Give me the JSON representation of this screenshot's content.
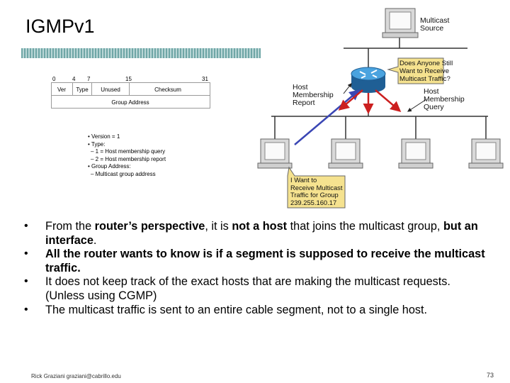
{
  "title": "IGMPv1",
  "header": {
    "bit_marks": [
      "0",
      "4",
      "7",
      "15",
      "31"
    ],
    "fields_row1": [
      "Ver",
      "Type",
      "Unused",
      "Checksum"
    ],
    "field_row2": "Group Address"
  },
  "notes": [
    "• Version = 1",
    "• Type:",
    "– 1 = Host membership query",
    "– 2 = Host membership report",
    "• Group Address:",
    "– Multicast group address"
  ],
  "diagram": {
    "source_label": [
      "Multicast",
      "Source"
    ],
    "callout_top": [
      "Does Anyone Still",
      "Want to Receive",
      "Multicast Traffic?"
    ],
    "report_label": [
      "Host",
      "Membership",
      "Report"
    ],
    "query_label": [
      "Host",
      "Membership",
      "Query"
    ],
    "callout_bottom": [
      "I Want to",
      "Receive Multicast",
      "Traffic for Group",
      "239.255.160.17"
    ],
    "colors": {
      "report_arrow": "#3a46b4",
      "query_arrow": "#cc1f1f",
      "callout_fill": "#f5e28f",
      "router": "#2f7fbf"
    }
  },
  "bullets": [
    [
      {
        "t": "From the ",
        "b": false
      },
      {
        "t": "router’s perspective",
        "b": true
      },
      {
        "t": ", it is ",
        "b": false
      },
      {
        "t": "not a host",
        "b": true
      },
      {
        "t": " that joins the multicast group, ",
        "b": false
      },
      {
        "t": "but an interface",
        "b": true
      },
      {
        "t": ".",
        "b": false
      }
    ],
    [
      {
        "t": "All the router wants to know is if a segment is supposed to receive the multicast traffic.",
        "b": true
      }
    ],
    [
      {
        "t": "It does not keep track of the exact hosts that are making the multicast requests.  (Unless using CGMP)",
        "b": false
      }
    ],
    [
      {
        "t": "The multicast traffic is sent to an entire cable segment, not to a single host.",
        "b": false
      }
    ]
  ],
  "footer": {
    "author": "Rick Graziani  graziani@cabrillo.edu",
    "page": "73"
  }
}
